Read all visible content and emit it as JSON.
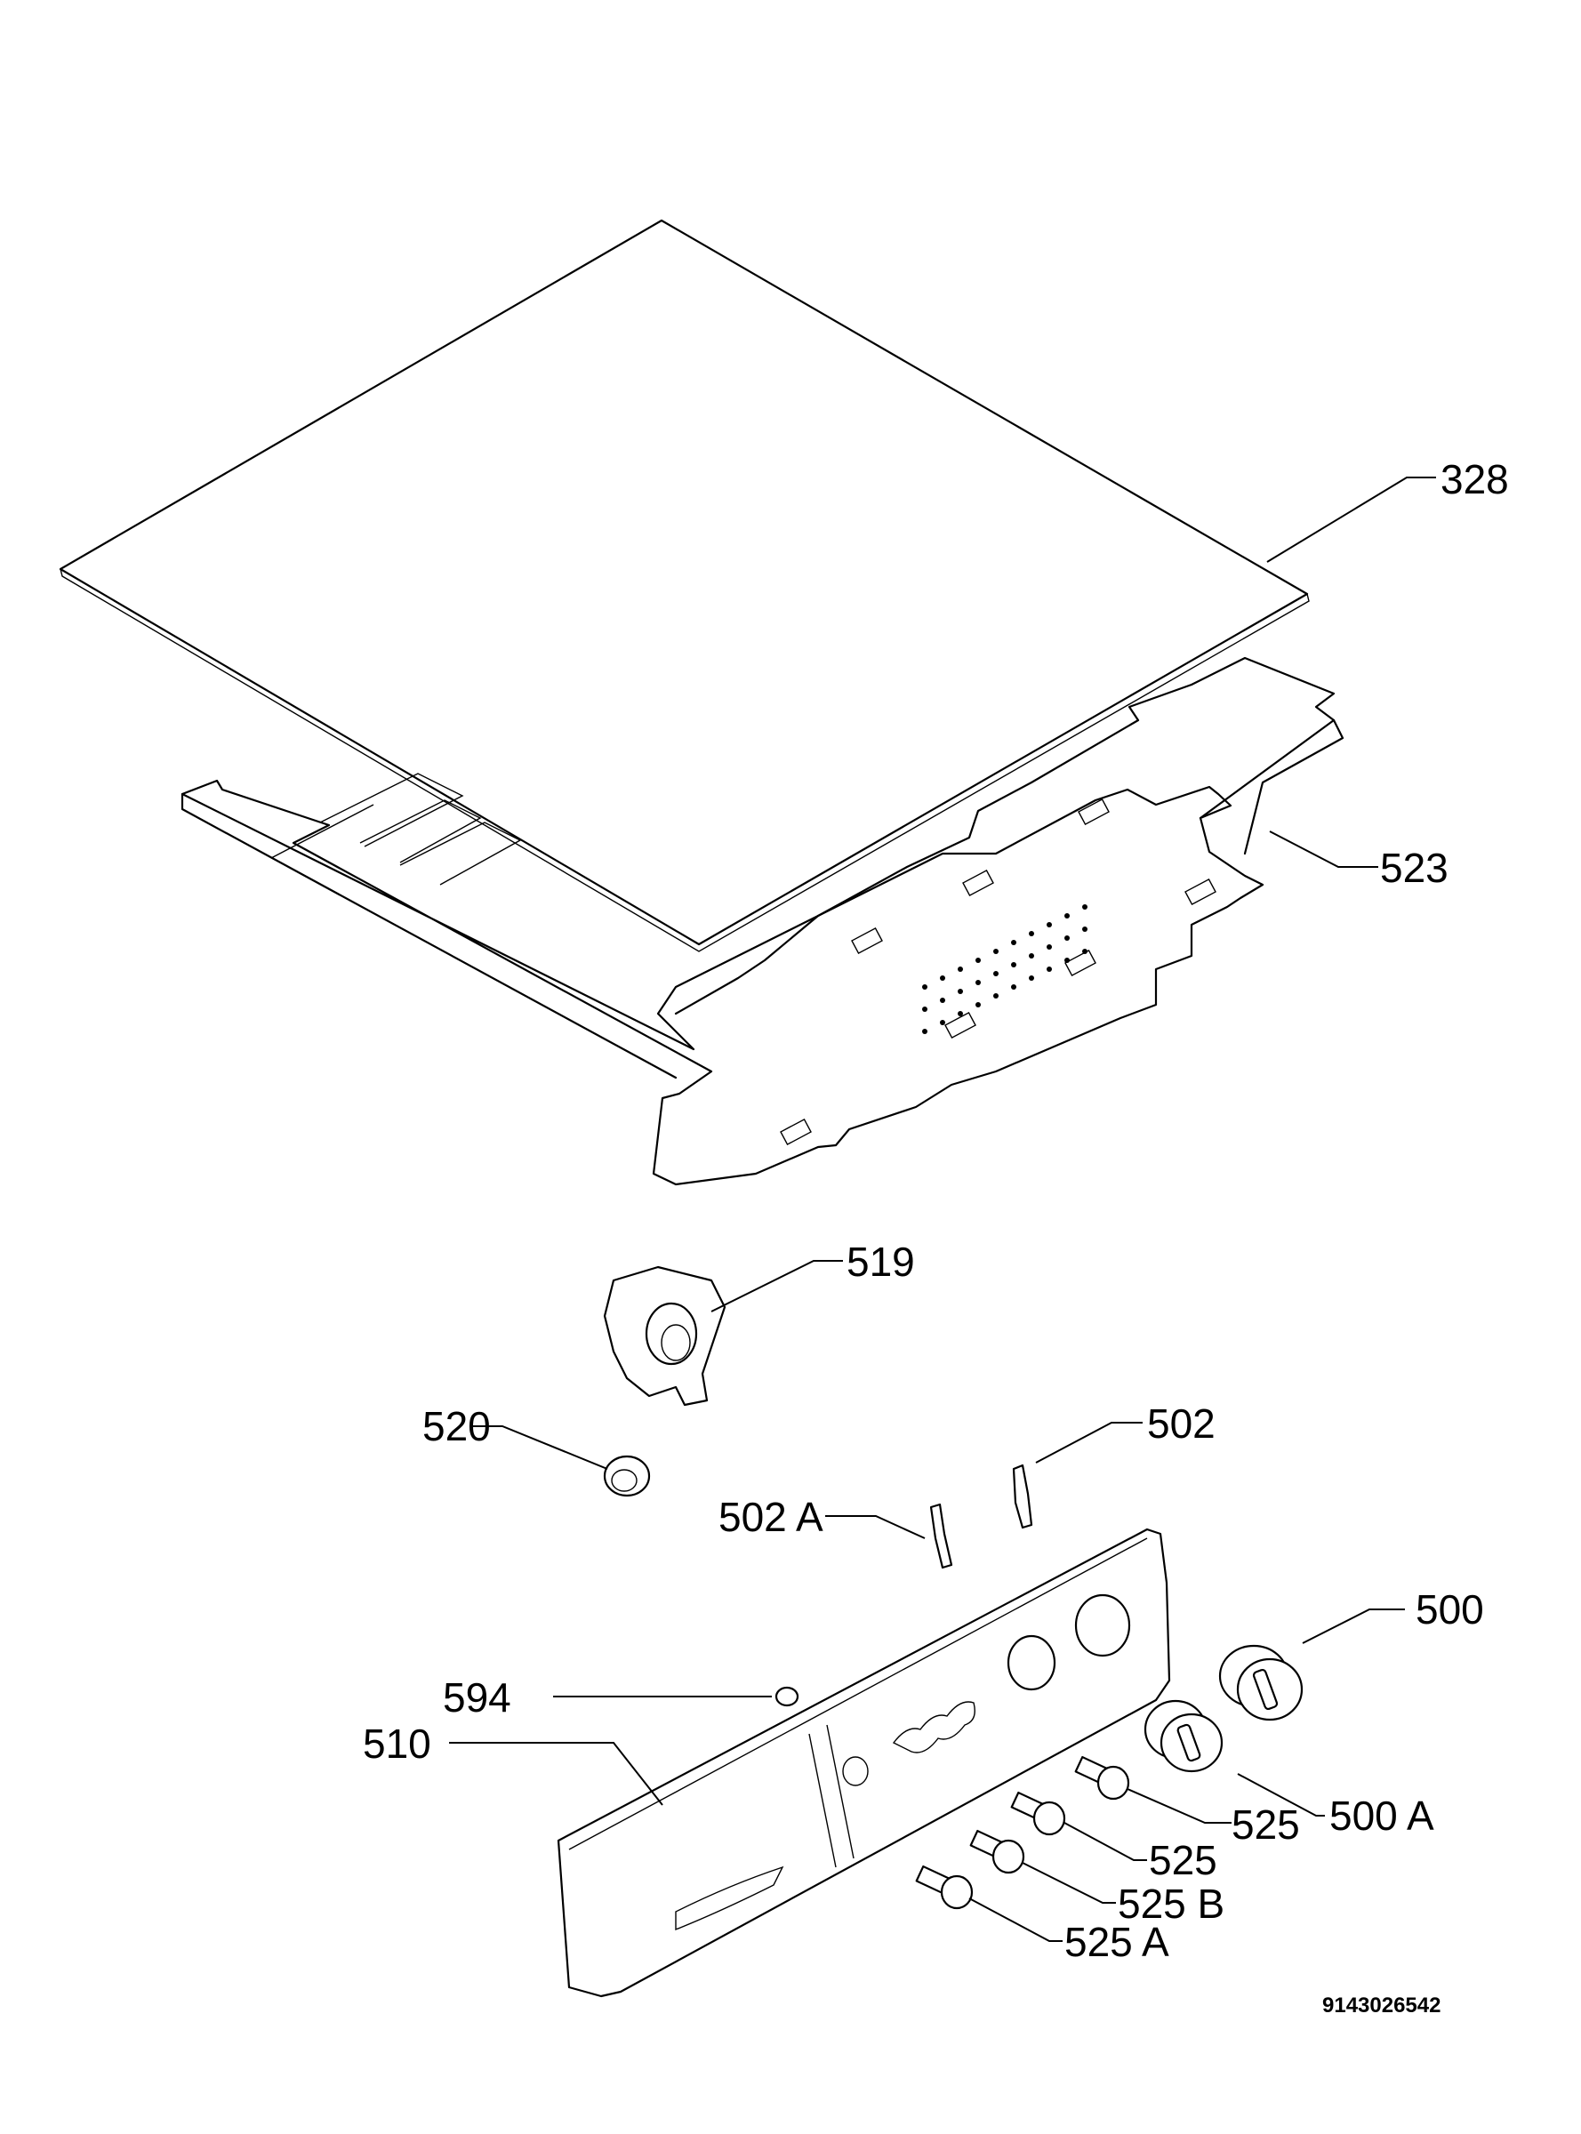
{
  "labels": {
    "p328": "328",
    "p523": "523",
    "p519": "519",
    "p520": "520",
    "p502": "502",
    "p502a": "502 A",
    "p500": "500",
    "p594": "594",
    "p510": "510",
    "p500a": "500 A",
    "p525_1": "525",
    "p525_2": "525",
    "p525b": "525 B",
    "p525a": "525 A"
  },
  "document_number": "9143026542"
}
